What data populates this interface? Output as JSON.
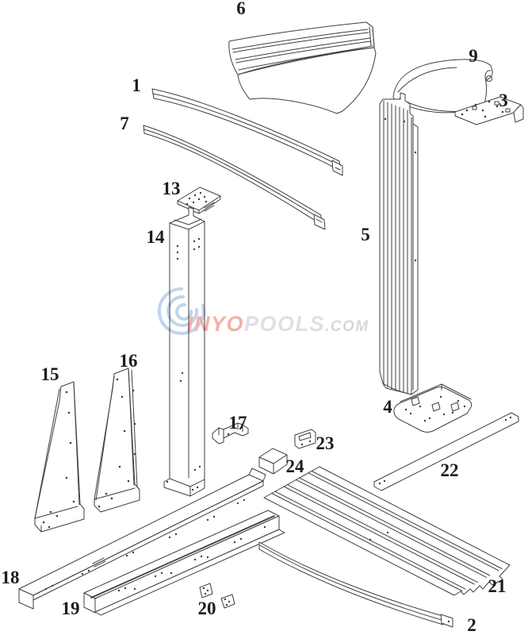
{
  "diagram": {
    "kind": "exploded-parts-line-drawing",
    "background_color": "#ffffff",
    "line_color": "#3f3f3f",
    "label_color": "#1c1c1c"
  },
  "watermark": {
    "inyo": "INYO",
    "pools": "POOLS",
    "com": ".COM",
    "inyo_color": "#f2b0a8",
    "pools_color": "#e2dee3",
    "com_color": "#d8d7da",
    "swirl_color": "#c2d5eb"
  },
  "parts": {
    "p1": {
      "label": "1"
    },
    "p2": {
      "label": "2"
    },
    "p3": {
      "label": "3"
    },
    "p4": {
      "label": "4"
    },
    "p5": {
      "label": "5"
    },
    "p6": {
      "label": "6"
    },
    "p7": {
      "label": "7"
    },
    "p9": {
      "label": "9"
    },
    "p13": {
      "label": "13"
    },
    "p14": {
      "label": "14"
    },
    "p15": {
      "label": "15"
    },
    "p16": {
      "label": "16"
    },
    "p17": {
      "label": "17"
    },
    "p18": {
      "label": "18"
    },
    "p19": {
      "label": "19"
    },
    "p20": {
      "label": "20"
    },
    "p21": {
      "label": "21"
    },
    "p22": {
      "label": "22"
    },
    "p23": {
      "label": "23"
    },
    "p24": {
      "label": "24"
    }
  }
}
